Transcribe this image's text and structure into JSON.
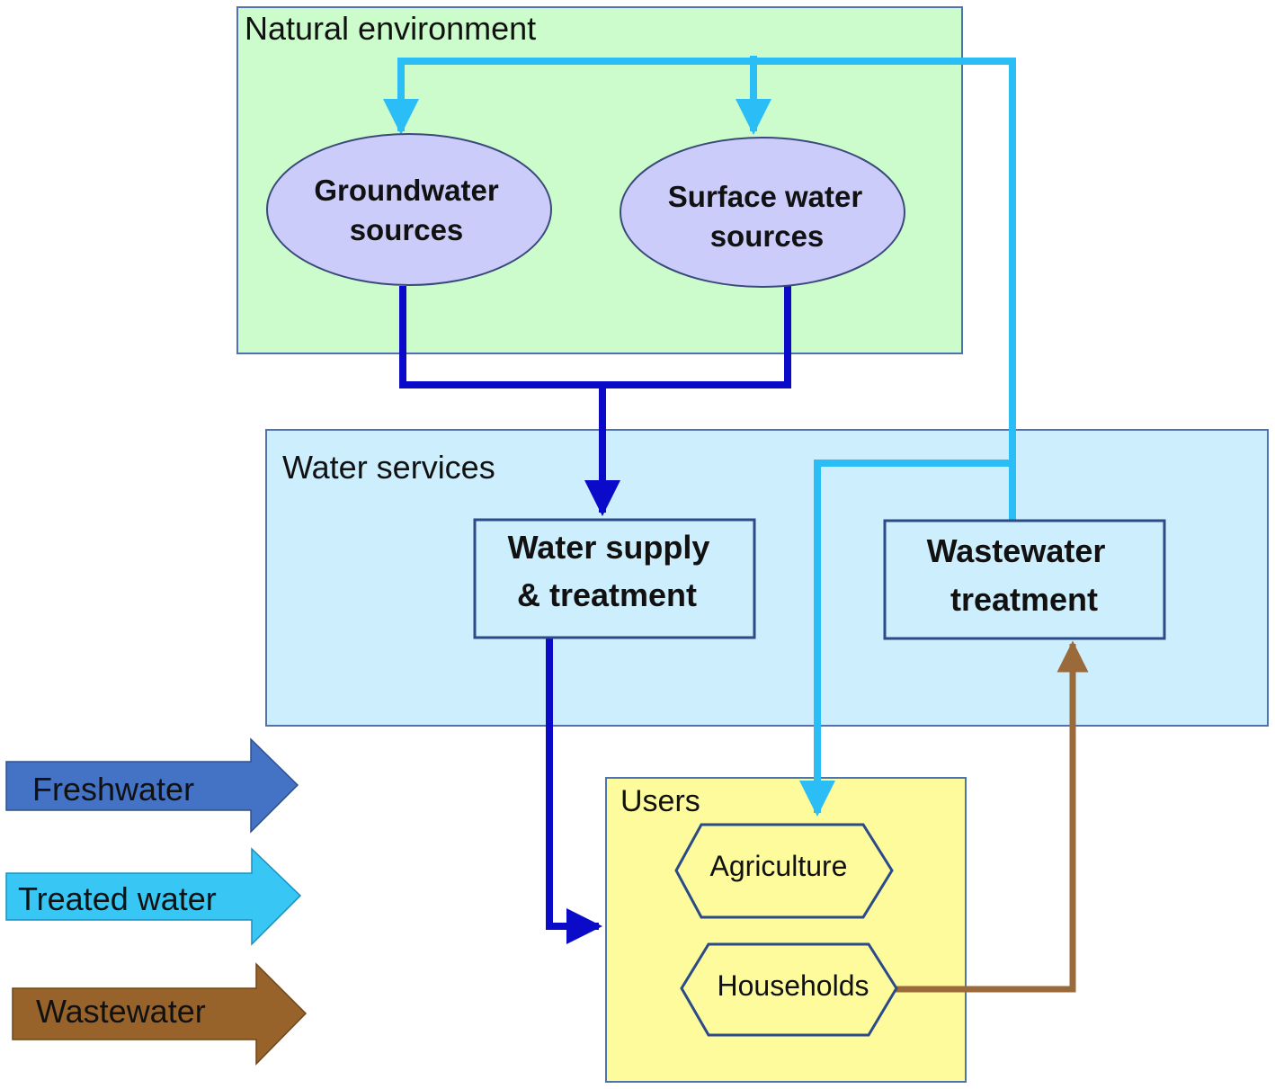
{
  "regions": {
    "natural_environment": {
      "label": "Natural environment",
      "fill": "#ccfccc"
    },
    "water_services": {
      "label": "Water services",
      "fill": "#cdeefd"
    },
    "users": {
      "label": "Users",
      "fill": "#fdfb9c"
    }
  },
  "nodes": {
    "groundwater": {
      "line1": "Groundwater",
      "line2": "sources",
      "fill": "#ccccfa"
    },
    "surface_water": {
      "line1": "Surface water",
      "line2": "sources",
      "fill": "#ccccfa"
    },
    "water_supply": {
      "line1": "Water supply",
      "line2": "& treatment"
    },
    "wastewater_treatment": {
      "line1": "Wastewater",
      "line2": "treatment"
    },
    "agriculture": {
      "label": "Agriculture"
    },
    "households": {
      "label": "Households"
    }
  },
  "legend": [
    {
      "label": "Freshwater",
      "color": "#4472c4"
    },
    {
      "label": "Treated water",
      "color": "#38c6f4"
    },
    {
      "label": "Wastewater",
      "color": "#98632b"
    }
  ],
  "flow_colors": {
    "freshwater": "#0a0ac8",
    "treated": "#2bbdf5",
    "wastewater": "#9b6a3a"
  }
}
